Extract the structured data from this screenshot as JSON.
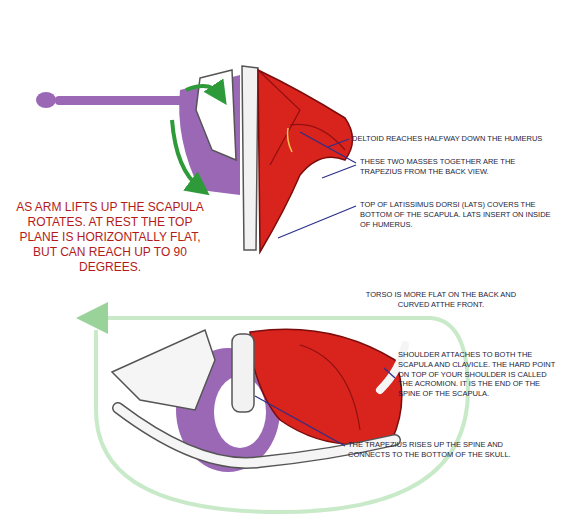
{
  "diagram": {
    "labels": [
      "DELTOID REACHES HALFWAY DOWN THE HUMERUS",
      "THESE TWO MASSES TOGETHER ARE THE TRAPEZIUS FROM THE BACK VIEW.",
      "TOP OF LATISSIMUS DORSI (LATS) COVERS THE BOTTOM OF THE SCAPULA. LATS INSERT ON INSIDE OF HUMERUS.",
      "AS ARM LIFTS UP THE SCAPULA ROTATES. AT REST THE TOP PLANE IS HORIZONTALLY FLAT, BUT CAN REACH UP TO 90 DEGREES.",
      "TORSO IS MORE FLAT ON THE BACK AND CURVED ATTHE FRONT.",
      "SHOULDER ATTACHES TO BOTH THE SCAPULA AND CLAVICLE. THE HARD POINT ON TOP OF YOUR SHOULDER IS CALLED THE ACROMION. IT IS THE END OF THE SPINE OF THE SCAPULA.",
      "THE TRAPEZIUS RISES UP THE SPINE AND CONNECTS TO THE BOTTOM OF THE SKULL."
    ]
  }
}
